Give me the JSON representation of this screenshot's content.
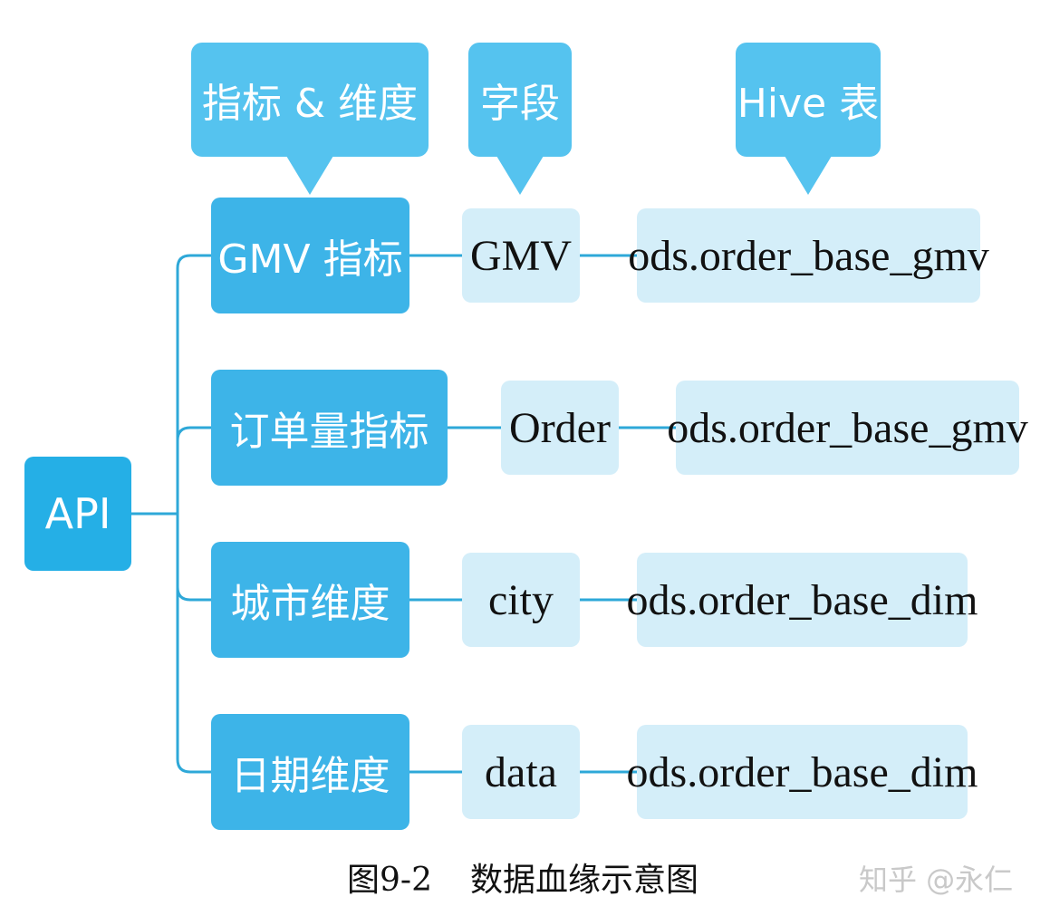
{
  "colors": {
    "connector": "#2ea8d8",
    "metric_box": "#3db4e8",
    "field_box": "#d4eef9",
    "api_box": "#25afe6",
    "label_bubble": "#55c3ef"
  },
  "labels": {
    "metric_dimension": "指标 & 维度",
    "field": "字段",
    "hive_table": "Hive 表"
  },
  "root": {
    "label": "API"
  },
  "rows": [
    {
      "metric": "GMV 指标",
      "field": "GMV",
      "table": "ods.order_base_gmv"
    },
    {
      "metric": "订单量指标",
      "field": "Order",
      "table": "ods.order_base_gmv"
    },
    {
      "metric": "城市维度",
      "field": "city",
      "table": "ods.order_base_dim"
    },
    {
      "metric": "日期维度",
      "field": "data",
      "table": "ods.order_base_dim"
    }
  ],
  "caption": {
    "figure_number": "图9-2",
    "title": "数据血缘示意图"
  },
  "watermark": "知乎 @永仁"
}
